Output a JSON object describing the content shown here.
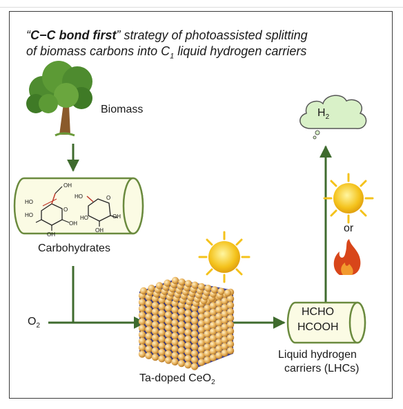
{
  "title": {
    "q_open": "“",
    "strong": "C−C bond first",
    "rest": "” strategy of photoassisted splitting",
    "line2_pre": "of biomass carbons into C",
    "line2_sub": "1",
    "line2_post": " liquid hydrogen carriers"
  },
  "labels": {
    "biomass": "Biomass",
    "carbohydrates": "Carbohydrates",
    "o2_main": "O",
    "o2_sub": "2",
    "catalyst_main": "Ta-doped CeO",
    "catalyst_sub": "2",
    "product_1": "HCHO",
    "product_2": "HCOOH",
    "lhc_line1": "Liquid hydrogen",
    "lhc_line2": "carriers (LHCs)",
    "or": "or",
    "h2_main": "H",
    "h2_sub": "2"
  },
  "molecule_labels": {
    "oh": "OH",
    "ho": "HO",
    "o": "O"
  },
  "icons": [
    "tree-icon",
    "sun-icon",
    "flame-icon",
    "cloud-icon",
    "crystal-cube-icon",
    "cylinder-icon"
  ],
  "colors": {
    "arrow": "#3f6b2e",
    "cylinder_fill": "#fbfbe4",
    "cylinder_stroke": "#6a8a3e",
    "sun": "#f2c21b",
    "flame": "#d8461a",
    "cloud": "#d9f1c8",
    "sphere": "#e8b25c",
    "bond_red": "#c0392b"
  }
}
